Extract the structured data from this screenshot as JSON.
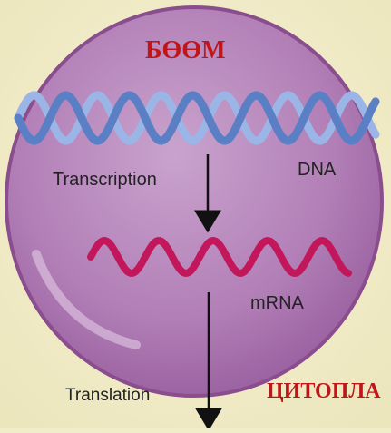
{
  "nucleus_label": "БӨӨМ",
  "cytoplasm_label": "ЦИТОПЛА",
  "dna_label": "DNA",
  "mrna_label": "mRNA",
  "transcription_label": "Transcription",
  "translation_label": "Translation",
  "colors": {
    "background": "#f1ecc9",
    "nucleus_fill": "#b27fb7",
    "nucleus_edge": "#8a4e8e",
    "dna_strand_a": "#5a7fc4",
    "dna_strand_b": "#9bb5e6",
    "mrna_strand": "#c2185b",
    "title_red": "#c0161a",
    "arrow": "#111111"
  }
}
